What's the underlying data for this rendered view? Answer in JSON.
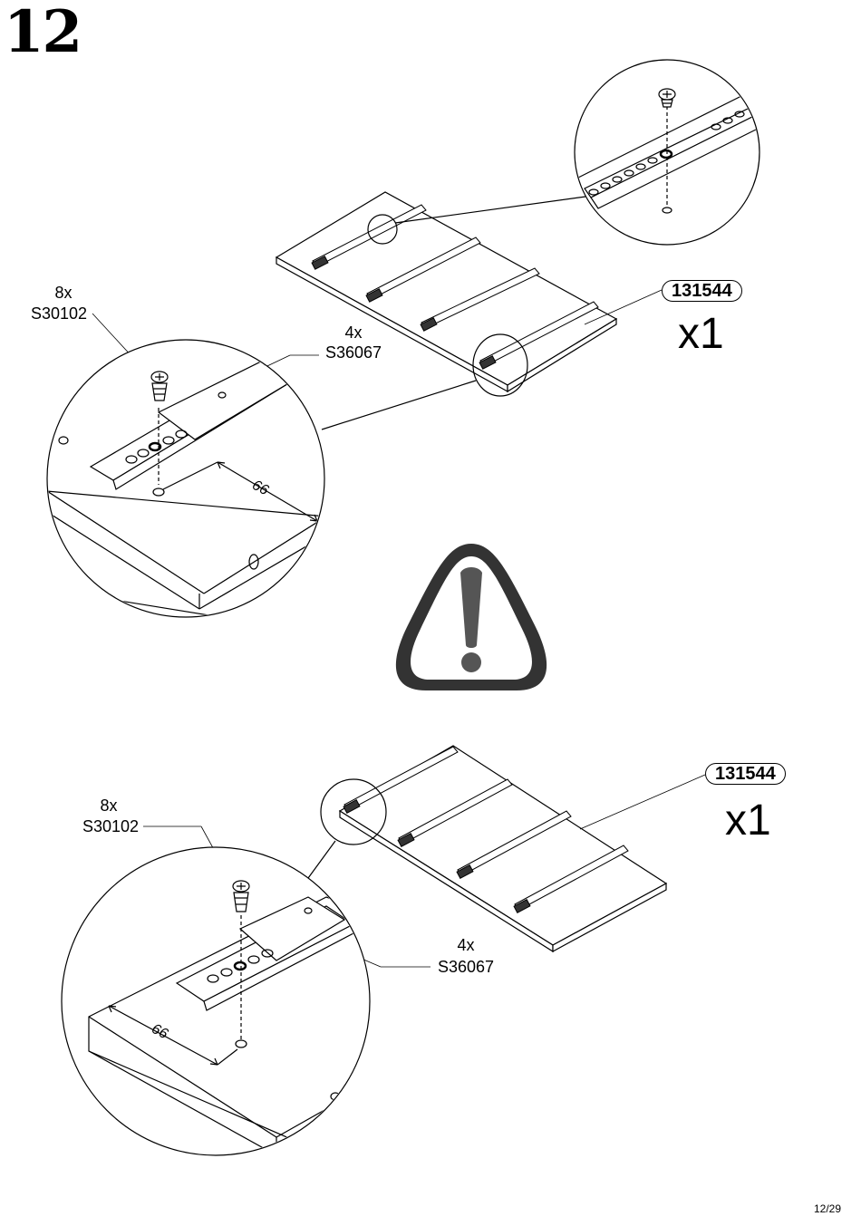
{
  "step": "12",
  "top": {
    "screw_qty": "8x",
    "screw_code": "S30102",
    "slide_qty": "4x",
    "slide_code": "S36067",
    "panel_code": "131544",
    "panel_qty": "x1",
    "dimension": "66"
  },
  "bottom": {
    "screw_qty": "8x",
    "screw_code": "S30102",
    "slide_qty": "4x",
    "slide_code": "S36067",
    "panel_code": "131544",
    "panel_qty": "x1",
    "dimension": "66"
  },
  "warning_icon": "warning-triangle-icon",
  "page_number": "12/29"
}
